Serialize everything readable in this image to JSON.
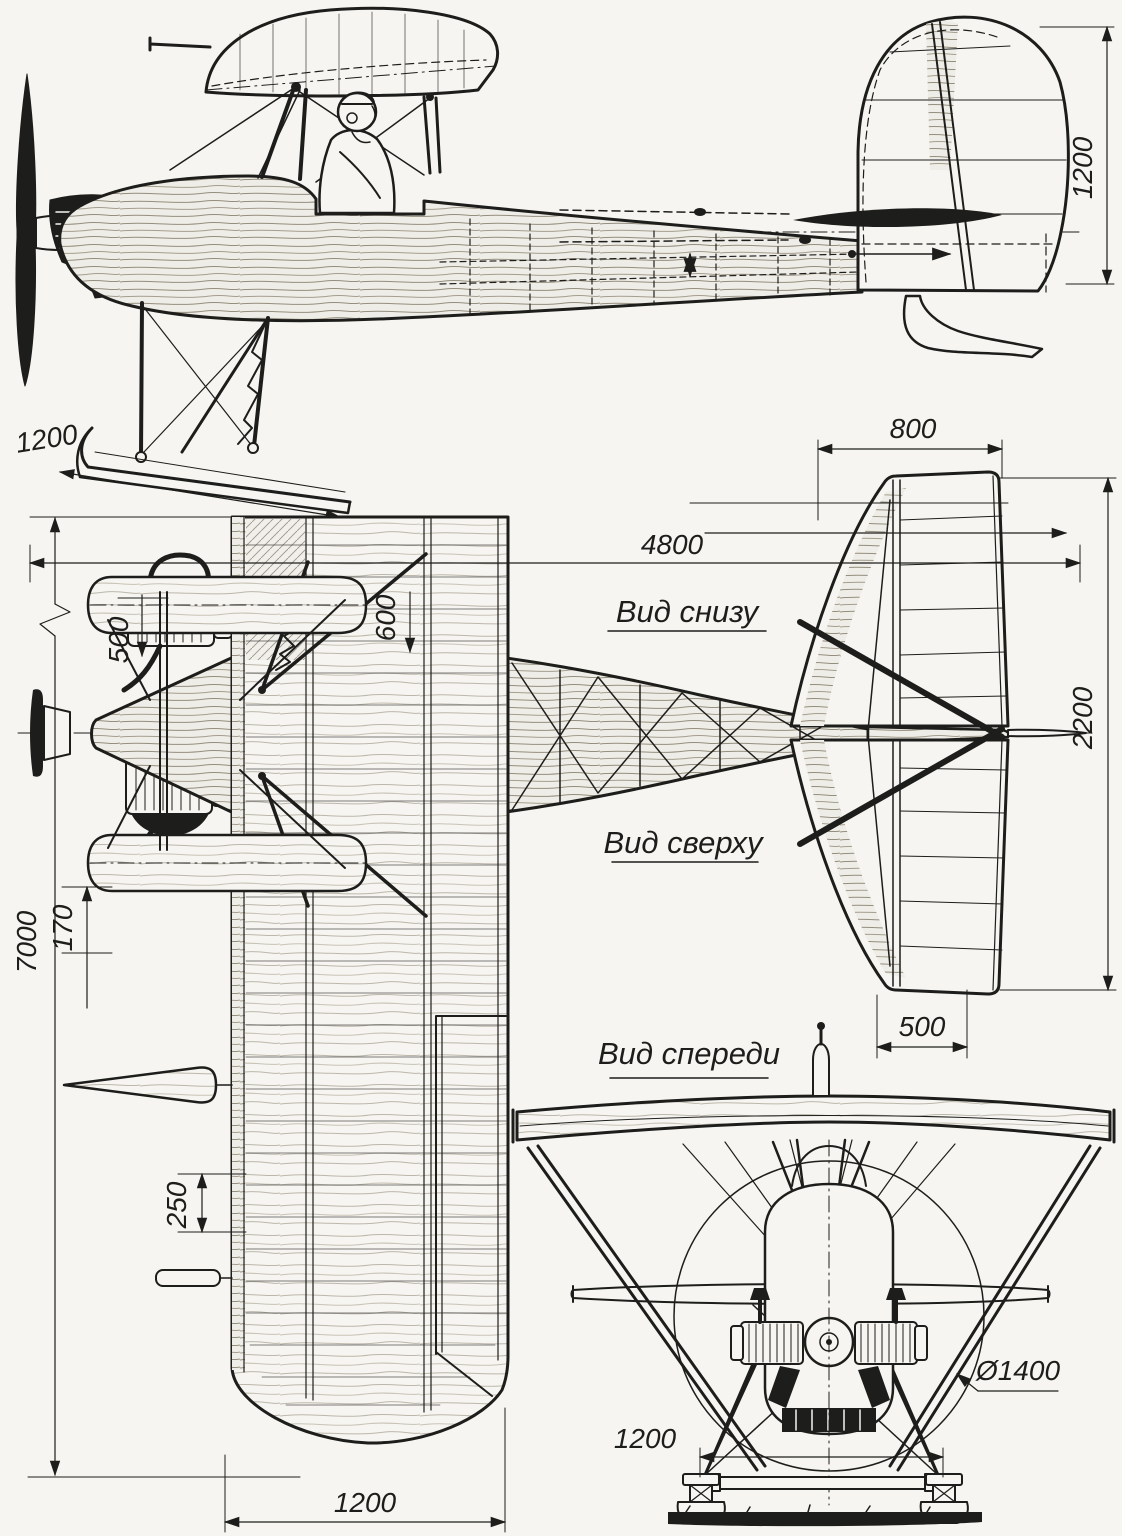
{
  "views": {
    "bottom_label": "Вид снизу",
    "top_label": "Вид сверху",
    "front_label": "Вид спереди"
  },
  "dims": {
    "ski_length": "1200",
    "fin_height": "1200",
    "stab_root_chord": "800",
    "overall_length": "4800",
    "nose_offset": "500",
    "strut_station": "600",
    "wing_span": "7000",
    "ski_offset": "170",
    "stab_span": "2200",
    "rib_pitch": "250",
    "stab_tip_chord": "500",
    "wing_chord": "1200",
    "prop_diameter": "Ø1400",
    "ski_track": "1200"
  },
  "colors": {
    "ink": "#1d1d1b",
    "paper": "#f6f5f1"
  }
}
